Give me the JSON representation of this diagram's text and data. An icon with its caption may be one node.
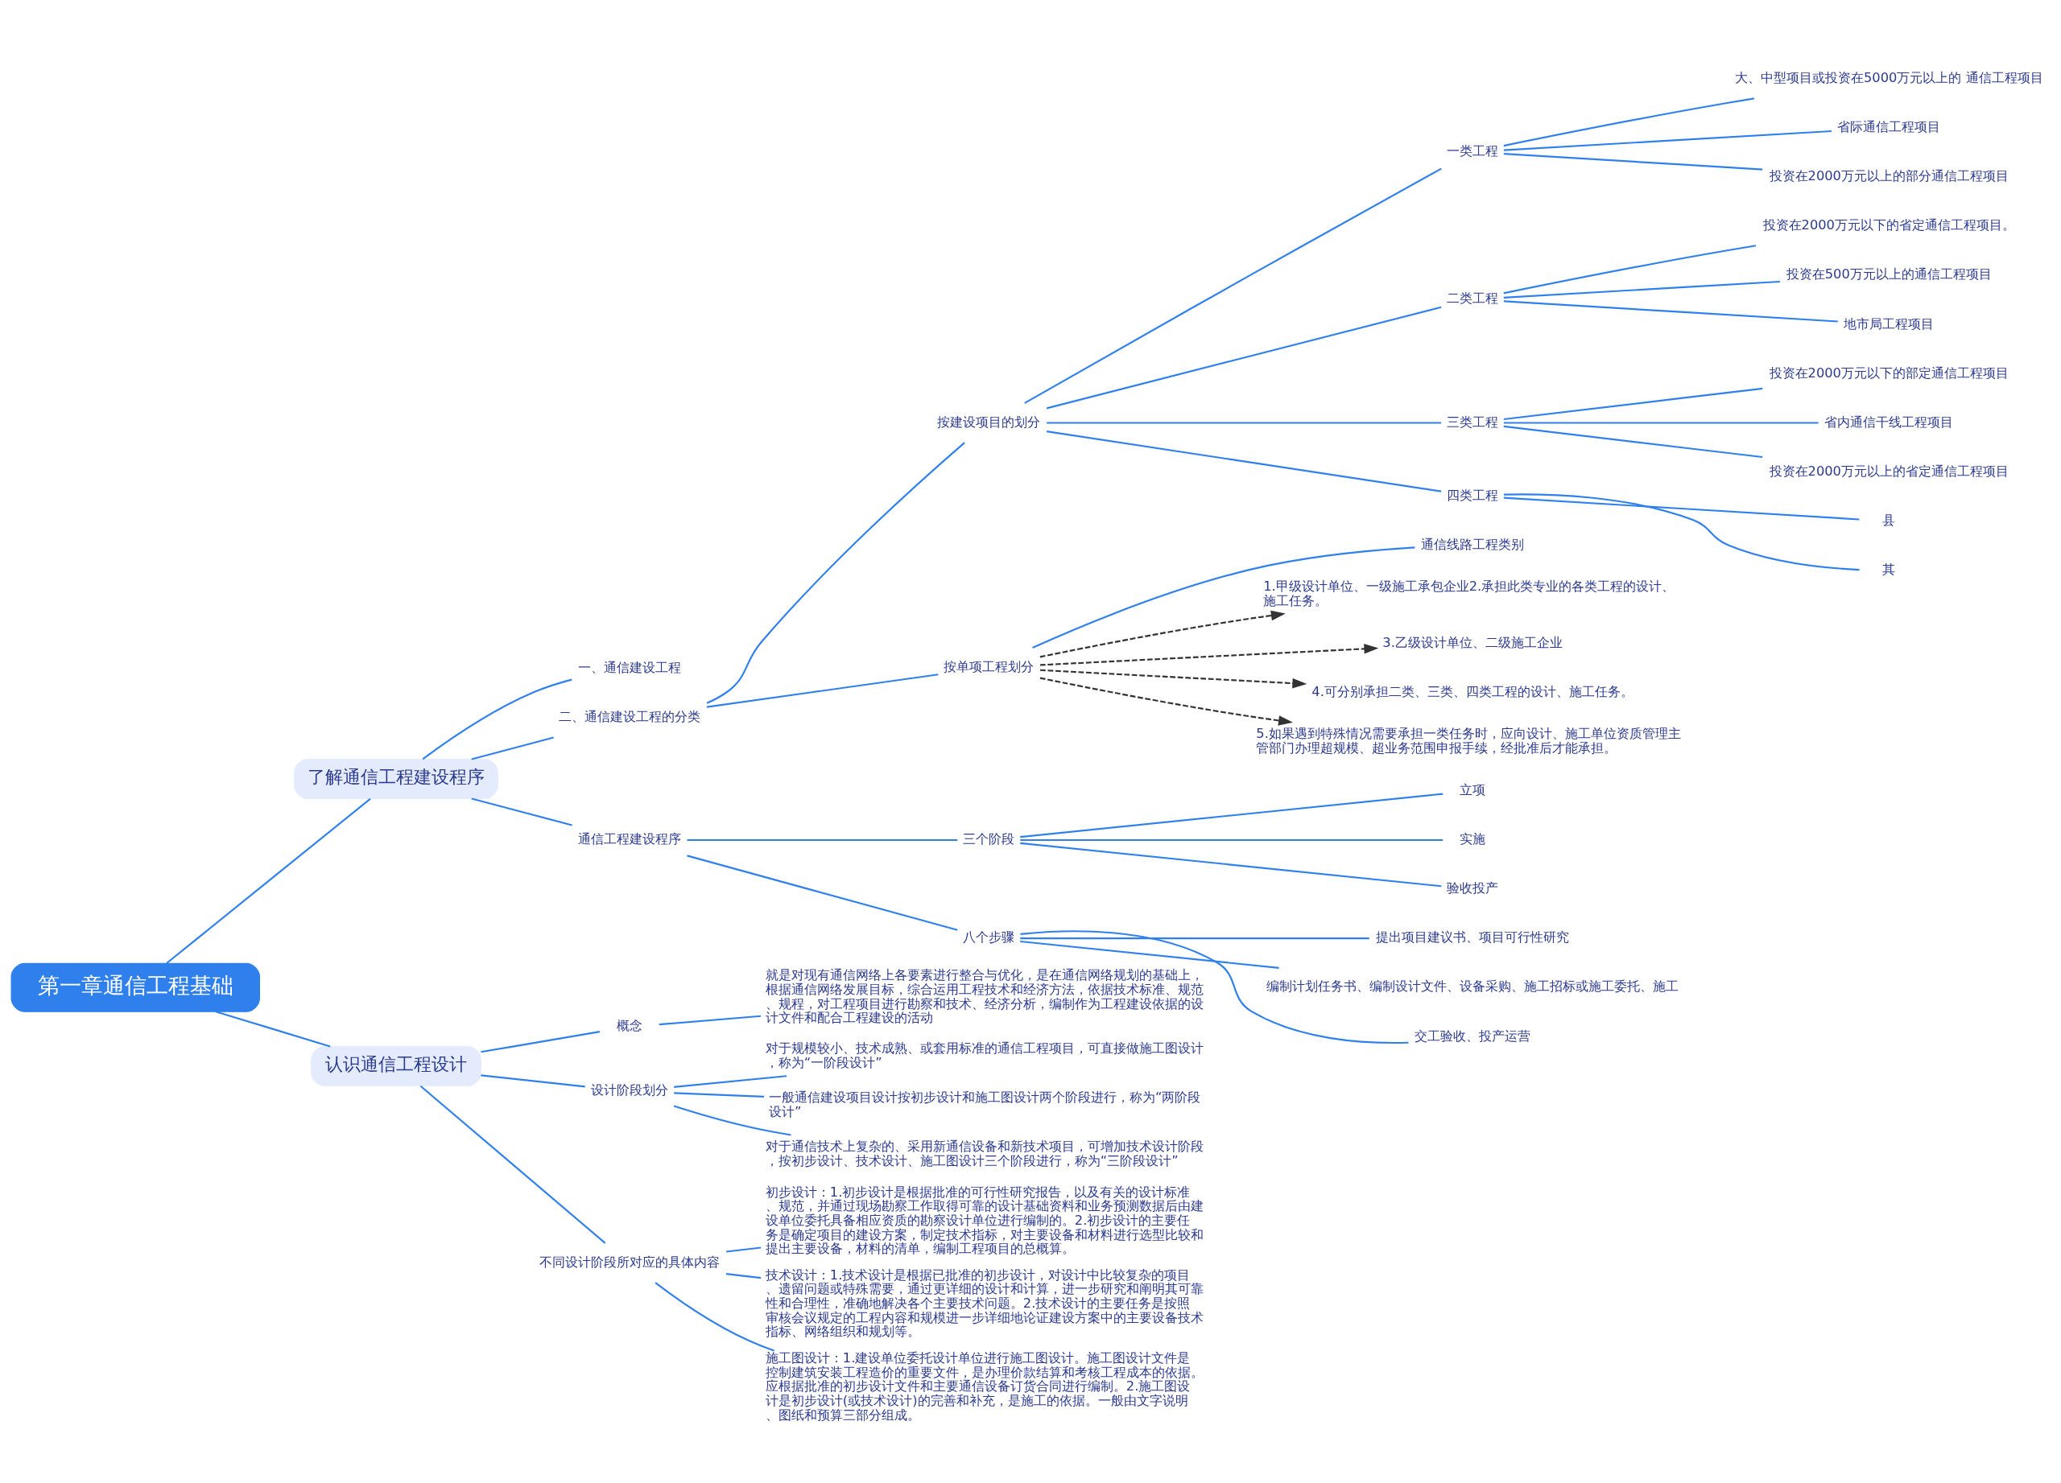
{
  "diagram": {
    "nodes": [
      {
        "text": [
          "第一章通信工程基础"
        ]
      },
      {
        "text": [
          "了解通信工程建设程序"
        ]
      },
      {
        "text": [
          "一、通信建设工程"
        ]
      },
      {
        "text": [
          "二、通信建设工程的分类"
        ]
      },
      {
        "text": [
          "按建设项目的划分"
        ]
      },
      {
        "text": [
          "一类工程"
        ]
      },
      {
        "text": [
          "大、中型项目或投资在5000万元以上的 通信工程项目"
        ]
      },
      {
        "text": [
          "省际通信工程项目"
        ]
      },
      {
        "text": [
          "投资在2000万元以上的部分通信工程项目"
        ]
      },
      {
        "text": [
          "二类工程"
        ]
      },
      {
        "text": [
          "投资在2000万元以下的省定通信工程项目。"
        ]
      },
      {
        "text": [
          "投资在500万元以上的通信工程项目"
        ]
      },
      {
        "text": [
          "地市局工程项目"
        ]
      },
      {
        "text": [
          "三类工程"
        ]
      },
      {
        "text": [
          "投资在2000万元以下的部定通信工程项目"
        ]
      },
      {
        "text": [
          "省内通信干线工程项目"
        ]
      },
      {
        "text": [
          "投资在2000万元以上的省定通信工程项目"
        ]
      },
      {
        "text": [
          "四类工程"
        ]
      },
      {
        "text": [
          "县"
        ]
      },
      {
        "text": [
          "其"
        ]
      },
      {
        "text": [
          "按单项工程划分"
        ]
      },
      {
        "text": [
          "通信线路工程类别"
        ]
      },
      {
        "text": [
          "1.甲级设计单位、一级施工承包企业2.承担此类专业的各类工程的设计、施工任务。"
        ]
      },
      {
        "text": [
          "3.乙级设计单位、二级施工企业"
        ]
      },
      {
        "text": [
          "4.可分别承担二类、三类、四类工程的设计、施工任务。"
        ]
      },
      {
        "text": [
          "5.如果遇到特殊情况需要承担一类任务时，应向设计、施工单位资质管理主管部门办理超规模、超业务范围申报手续，经批准后才能承担。"
        ]
      },
      {
        "text": [
          "通信工程建设程序"
        ]
      },
      {
        "text": [
          "三个阶段"
        ]
      },
      {
        "text": [
          "立项"
        ]
      },
      {
        "text": [
          "实施"
        ]
      },
      {
        "text": [
          "验收投产"
        ]
      },
      {
        "text": [
          "八个步骤"
        ]
      },
      {
        "text": [
          "提出项目建议书、项目可行性研究"
        ]
      },
      {
        "text": [
          "编制计划任务书、编制设计文件、设备采购、施工招标或施工委托、施工"
        ]
      },
      {
        "text": [
          "交工验收、投产运营"
        ]
      },
      {
        "text": [
          "认识通信工程设计"
        ]
      },
      {
        "text": [
          "概念"
        ]
      },
      {
        "text": [
          "就是对现有通信网络上各要素进行整合与优化，是在通信网络规划的基础上，根据通信网络发展目标，综合运用工程技术和经济方法，依据技术标准、规范、规程，对工程项目进行勘察和技术、经济分析，编制作为工程建设依据的设计文件和配合工程建设的活动"
        ]
      },
      {
        "text": [
          "设计阶段划分"
        ]
      },
      {
        "text": [
          "对于规模较小、技术成熟、或套用标准的通信工程项目，可直接做施工图设计，称为“一阶段设计”"
        ]
      },
      {
        "text": [
          "一般通信建设项目设计按初步设计和施工图设计两个阶段进行，称为“两阶段设计”"
        ]
      },
      {
        "text": [
          "对于通信技术上复杂的、采用新通信设备和新技术项目，可增加技术设计阶段，按初步设计、技术设计、施工图设计三个阶段进行，称为“三阶段设计”"
        ]
      },
      {
        "text": [
          "不同设计阶段所对应的具体内容"
        ]
      },
      {
        "text": [
          "初步设计：1.初步设计是根据批准的可行性研究报告，以及有关的设计标准、规范，并通过现场勘察工作取得可靠的设计基础资料和业务预测数据后由建设单位委托具备相应资质的勘察设计单位进行编制的。2.初步设计的主要任务是确定项目的建设方案，制定技术指标，对主要设备和材料进行选型比较和提出主要设备，材料的清单，编制工程项目的总概算。"
        ]
      },
      {
        "text": [
          "技术设计：1.技术设计是根据已批准的初步设计，对设计中比较复杂的项目、遗留问题或特殊需要，通过更详细的设计和计算，进一步研究和阐明其可靠性和合理性，准确地解决各个主要技术问题。2.技术设计的主要任务是按照审核会议规定的工程内容和规模进一步详细地论证建设方案中的主要设备技术指标、网络组织和规划等。"
        ]
      },
      {
        "text": [
          "施工图设计：1.建设单位委托设计单位进行施工图设计。施工图设计文件是控制建筑安装工程造价的重要文件，是办理价款结算和考核工程成本的依据。应根据批准的初步设计文件和主要通信设备订货合同进行编制。2.施工图设计是初步设计(或技术设计)的完善和补充，是施工的依据。一般由文字说明、图纸和预算三部分组成。"
        ]
      }
    ],
    "edges": [
      {
        "from": 0,
        "to": 1,
        "arrow": "none"
      },
      {
        "from": 1,
        "to": 2,
        "arrow": "none"
      },
      {
        "from": 1,
        "to": 3,
        "arrow": "none"
      },
      {
        "from": 3,
        "to": 4,
        "arrow": "none"
      },
      {
        "from": 4,
        "to": 5,
        "arrow": "none"
      },
      {
        "from": 5,
        "to": 6,
        "arrow": "none"
      },
      {
        "from": 5,
        "to": 7,
        "arrow": "none"
      },
      {
        "from": 5,
        "to": 8,
        "arrow": "none"
      },
      {
        "from": 4,
        "to": 9,
        "arrow": "none"
      },
      {
        "from": 9,
        "to": 10,
        "arrow": "none"
      },
      {
        "from": 9,
        "to": 11,
        "arrow": "none"
      },
      {
        "from": 9,
        "to": 12,
        "arrow": "none"
      },
      {
        "from": 4,
        "to": 13,
        "arrow": "none"
      },
      {
        "from": 13,
        "to": 14,
        "arrow": "none"
      },
      {
        "from": 13,
        "to": 15,
        "arrow": "none"
      },
      {
        "from": 13,
        "to": 16,
        "arrow": "none"
      },
      {
        "from": 4,
        "to": 17,
        "arrow": "none"
      },
      {
        "from": 17,
        "to": 18,
        "arrow": "none"
      },
      {
        "from": 17,
        "to": 19,
        "arrow": "none"
      },
      {
        "from": 3,
        "to": 20,
        "arrow": "none"
      },
      {
        "from": 20,
        "to": 21,
        "arrow": "none"
      },
      {
        "from": 20,
        "to": 22,
        "arrow": "to",
        "style": "dashed",
        "color": "#333333"
      },
      {
        "from": 20,
        "to": 23,
        "arrow": "to",
        "style": "dashed",
        "color": "#333333"
      },
      {
        "from": 20,
        "to": 24,
        "arrow": "to",
        "style": "dashed",
        "color": "#333333"
      },
      {
        "from": 20,
        "to": 25,
        "arrow": "to",
        "style": "dashed",
        "color": "#333333"
      },
      {
        "from": 1,
        "to": 26,
        "arrow": "none"
      },
      {
        "from": 26,
        "to": 27,
        "arrow": "none"
      },
      {
        "from": 27,
        "to": 28,
        "arrow": "none"
      },
      {
        "from": 27,
        "to": 29,
        "arrow": "none"
      },
      {
        "from": 27,
        "to": 30,
        "arrow": "none"
      },
      {
        "from": 26,
        "to": 31,
        "arrow": "none"
      },
      {
        "from": 31,
        "to": 32,
        "arrow": "none"
      },
      {
        "from": 31,
        "to": 33,
        "arrow": "none"
      },
      {
        "from": 31,
        "to": 34,
        "arrow": "none"
      },
      {
        "from": 0,
        "to": 35,
        "arrow": "none"
      },
      {
        "from": 35,
        "to": 36,
        "arrow": "none"
      },
      {
        "from": 36,
        "to": 37,
        "arrow": "none"
      },
      {
        "from": 35,
        "to": 38,
        "arrow": "none"
      },
      {
        "from": 38,
        "to": 39,
        "arrow": "none"
      },
      {
        "from": 38,
        "to": 40,
        "arrow": "none"
      },
      {
        "from": 38,
        "to": 41,
        "arrow": "none"
      },
      {
        "from": 35,
        "to": 42,
        "arrow": "none"
      },
      {
        "from": 42,
        "to": 43,
        "arrow": "none"
      },
      {
        "from": 42,
        "to": 44,
        "arrow": "none"
      },
      {
        "from": 42,
        "to": 45,
        "arrow": "none"
      }
    ]
  }
}
